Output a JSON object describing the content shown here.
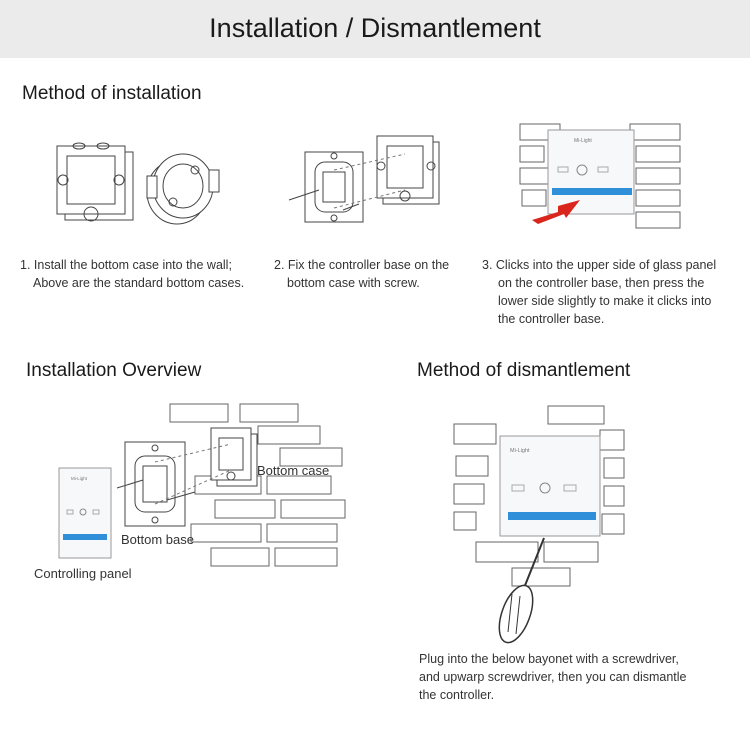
{
  "page_title": "Installation / Dismantlement",
  "sections": {
    "installation": {
      "title": "Method of installation",
      "steps": [
        {
          "lines": [
            "1. Install the bottom case into the wall;",
            "Above are the standard bottom cases."
          ]
        },
        {
          "lines": [
            "2. Fix the controller base on the",
            "bottom case with screw."
          ]
        },
        {
          "lines": [
            "3. Clicks into the upper side of glass panel",
            "on the controller base, then press the",
            "lower side slightly to make it clicks into",
            "the controller base."
          ]
        }
      ]
    },
    "overview": {
      "title": "Installation Overview",
      "labels": {
        "bottom_case": "Bottom case",
        "bottom_base": "Bottom base",
        "controlling_panel": "Controlling panel"
      }
    },
    "dismantlement": {
      "title": "Method of dismantlement",
      "lines": [
        "Plug into the below bayonet with a screwdriver,",
        "and upwarp screwdriver, then you can dismantle",
        "the controller."
      ]
    }
  },
  "panel_brand": "Mi-Light",
  "colors": {
    "accent_blue": "#2f8fd8",
    "arrow_red": "#d9251c",
    "banner_bg": "#ebebeb"
  },
  "icons": [
    "wall-box-icon",
    "round-box-icon",
    "controller-base-icon",
    "glass-panel-icon",
    "screwdriver-icon",
    "push-arrow-icon"
  ]
}
